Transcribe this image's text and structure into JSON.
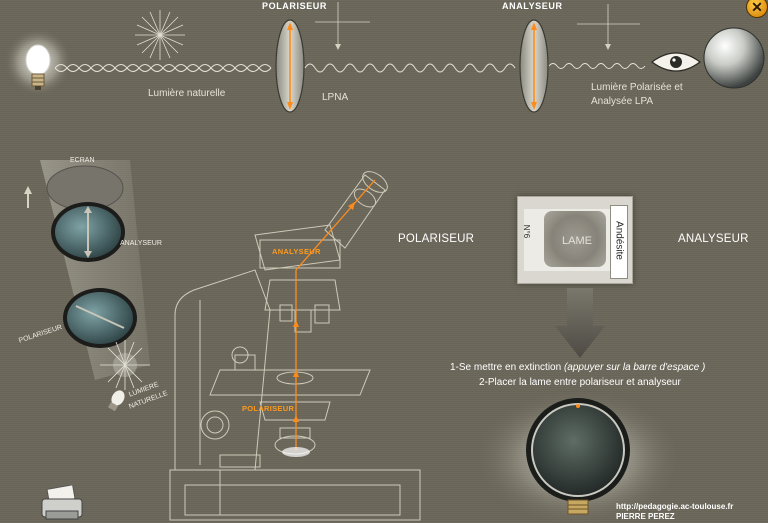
{
  "top_diagram": {
    "polariseur_label": "POLARISEUR",
    "analyseur_label": "ANALYSEUR",
    "lumiere_naturelle": "Lumière naturelle",
    "lpna": "LPNA",
    "lpa_line1": "Lumière Polarisée et",
    "lpa_line2": "Analysée    LPA"
  },
  "schematic": {
    "ecran": "ECRAN",
    "analyseur": "ANALYSEUR",
    "polariseur": "POLARISEUR",
    "lumiere_line1": "LUMIERE",
    "lumiere_line2": "NATURELLE"
  },
  "microscope": {
    "analyseur_tag": "ANALYSEUR",
    "polariseur_tag": "POLARISEUR"
  },
  "slide_panel": {
    "left_label": "POLARISEUR",
    "right_label": "ANALYSEUR",
    "slide_number": "N°6",
    "lame": "LAME",
    "rock": "Andésite"
  },
  "instructions": {
    "step1_prefix": "1-Se mettre en extinction ",
    "step1_hint": "(appuyer sur la barre d'espace )",
    "step2": "2-Placer la lame entre polariseur et analyseur"
  },
  "credits": {
    "url": "http://pedagogie.ac-toulouse.fr",
    "author": "PIERRE PEREZ"
  },
  "colors": {
    "background": "#6b675a",
    "accent": "#ff8c1a",
    "line": "#cfcab8"
  },
  "icons": {
    "close": "close-icon",
    "bulb": "light-bulb-icon",
    "eye": "eye-icon",
    "printer": "printer-icon"
  }
}
